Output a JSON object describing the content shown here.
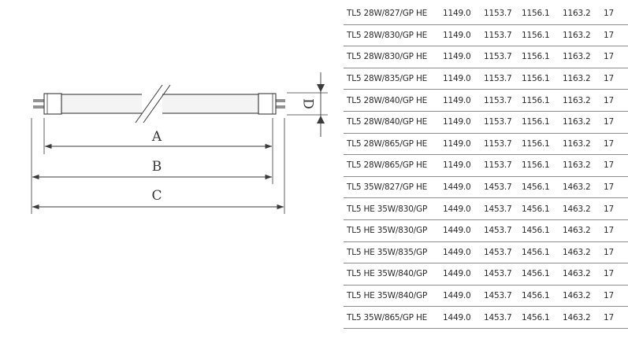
{
  "diagram": {
    "labels": {
      "a": "A",
      "b": "B",
      "c": "C",
      "d": "D"
    }
  },
  "table": {
    "rows": [
      [
        "TL5 28W/827/GP HE",
        "1149.0",
        "1153.7",
        "1156.1",
        "1163.2",
        "17"
      ],
      [
        "TL5 28W/830/GP HE",
        "1149.0",
        "1153.7",
        "1156.1",
        "1163.2",
        "17"
      ],
      [
        "TL5 28W/830/GP HE",
        "1149.0",
        "1153.7",
        "1156.1",
        "1163.2",
        "17"
      ],
      [
        "TL5 28W/835/GP HE",
        "1149.0",
        "1153.7",
        "1156.1",
        "1163.2",
        "17"
      ],
      [
        "TL5 28W/840/GP HE",
        "1149.0",
        "1153.7",
        "1156.1",
        "1163.2",
        "17"
      ],
      [
        "TL5 28W/840/GP HE",
        "1149.0",
        "1153.7",
        "1156.1",
        "1163.2",
        "17"
      ],
      [
        "TL5 28W/865/GP HE",
        "1149.0",
        "1153.7",
        "1156.1",
        "1163.2",
        "17"
      ],
      [
        "TL5 28W/865/GP HE",
        "1149.0",
        "1153.7",
        "1156.1",
        "1163.2",
        "17"
      ],
      [
        "TL5 35W/827/GP HE",
        "1449.0",
        "1453.7",
        "1456.1",
        "1463.2",
        "17"
      ],
      [
        "TL5 HE 35W/830/GP",
        "1449.0",
        "1453.7",
        "1456.1",
        "1463.2",
        "17"
      ],
      [
        "TL5 HE 35W/830/GP",
        "1449.0",
        "1453.7",
        "1456.1",
        "1463.2",
        "17"
      ],
      [
        "TL5 HE 35W/835/GP",
        "1449.0",
        "1453.7",
        "1456.1",
        "1463.2",
        "17"
      ],
      [
        "TL5 HE 35W/840/GP",
        "1449.0",
        "1453.7",
        "1456.1",
        "1463.2",
        "17"
      ],
      [
        "TL5 HE 35W/840/GP",
        "1449.0",
        "1453.7",
        "1456.1",
        "1463.2",
        "17"
      ],
      [
        "TL5 35W/865/GP HE",
        "1449.0",
        "1453.7",
        "1456.1",
        "1463.2",
        "17"
      ]
    ]
  },
  "colors": {
    "line": "#3a3a3a",
    "tube_fill": "#f4f4f4",
    "table_rule": "#8a8a8a"
  }
}
